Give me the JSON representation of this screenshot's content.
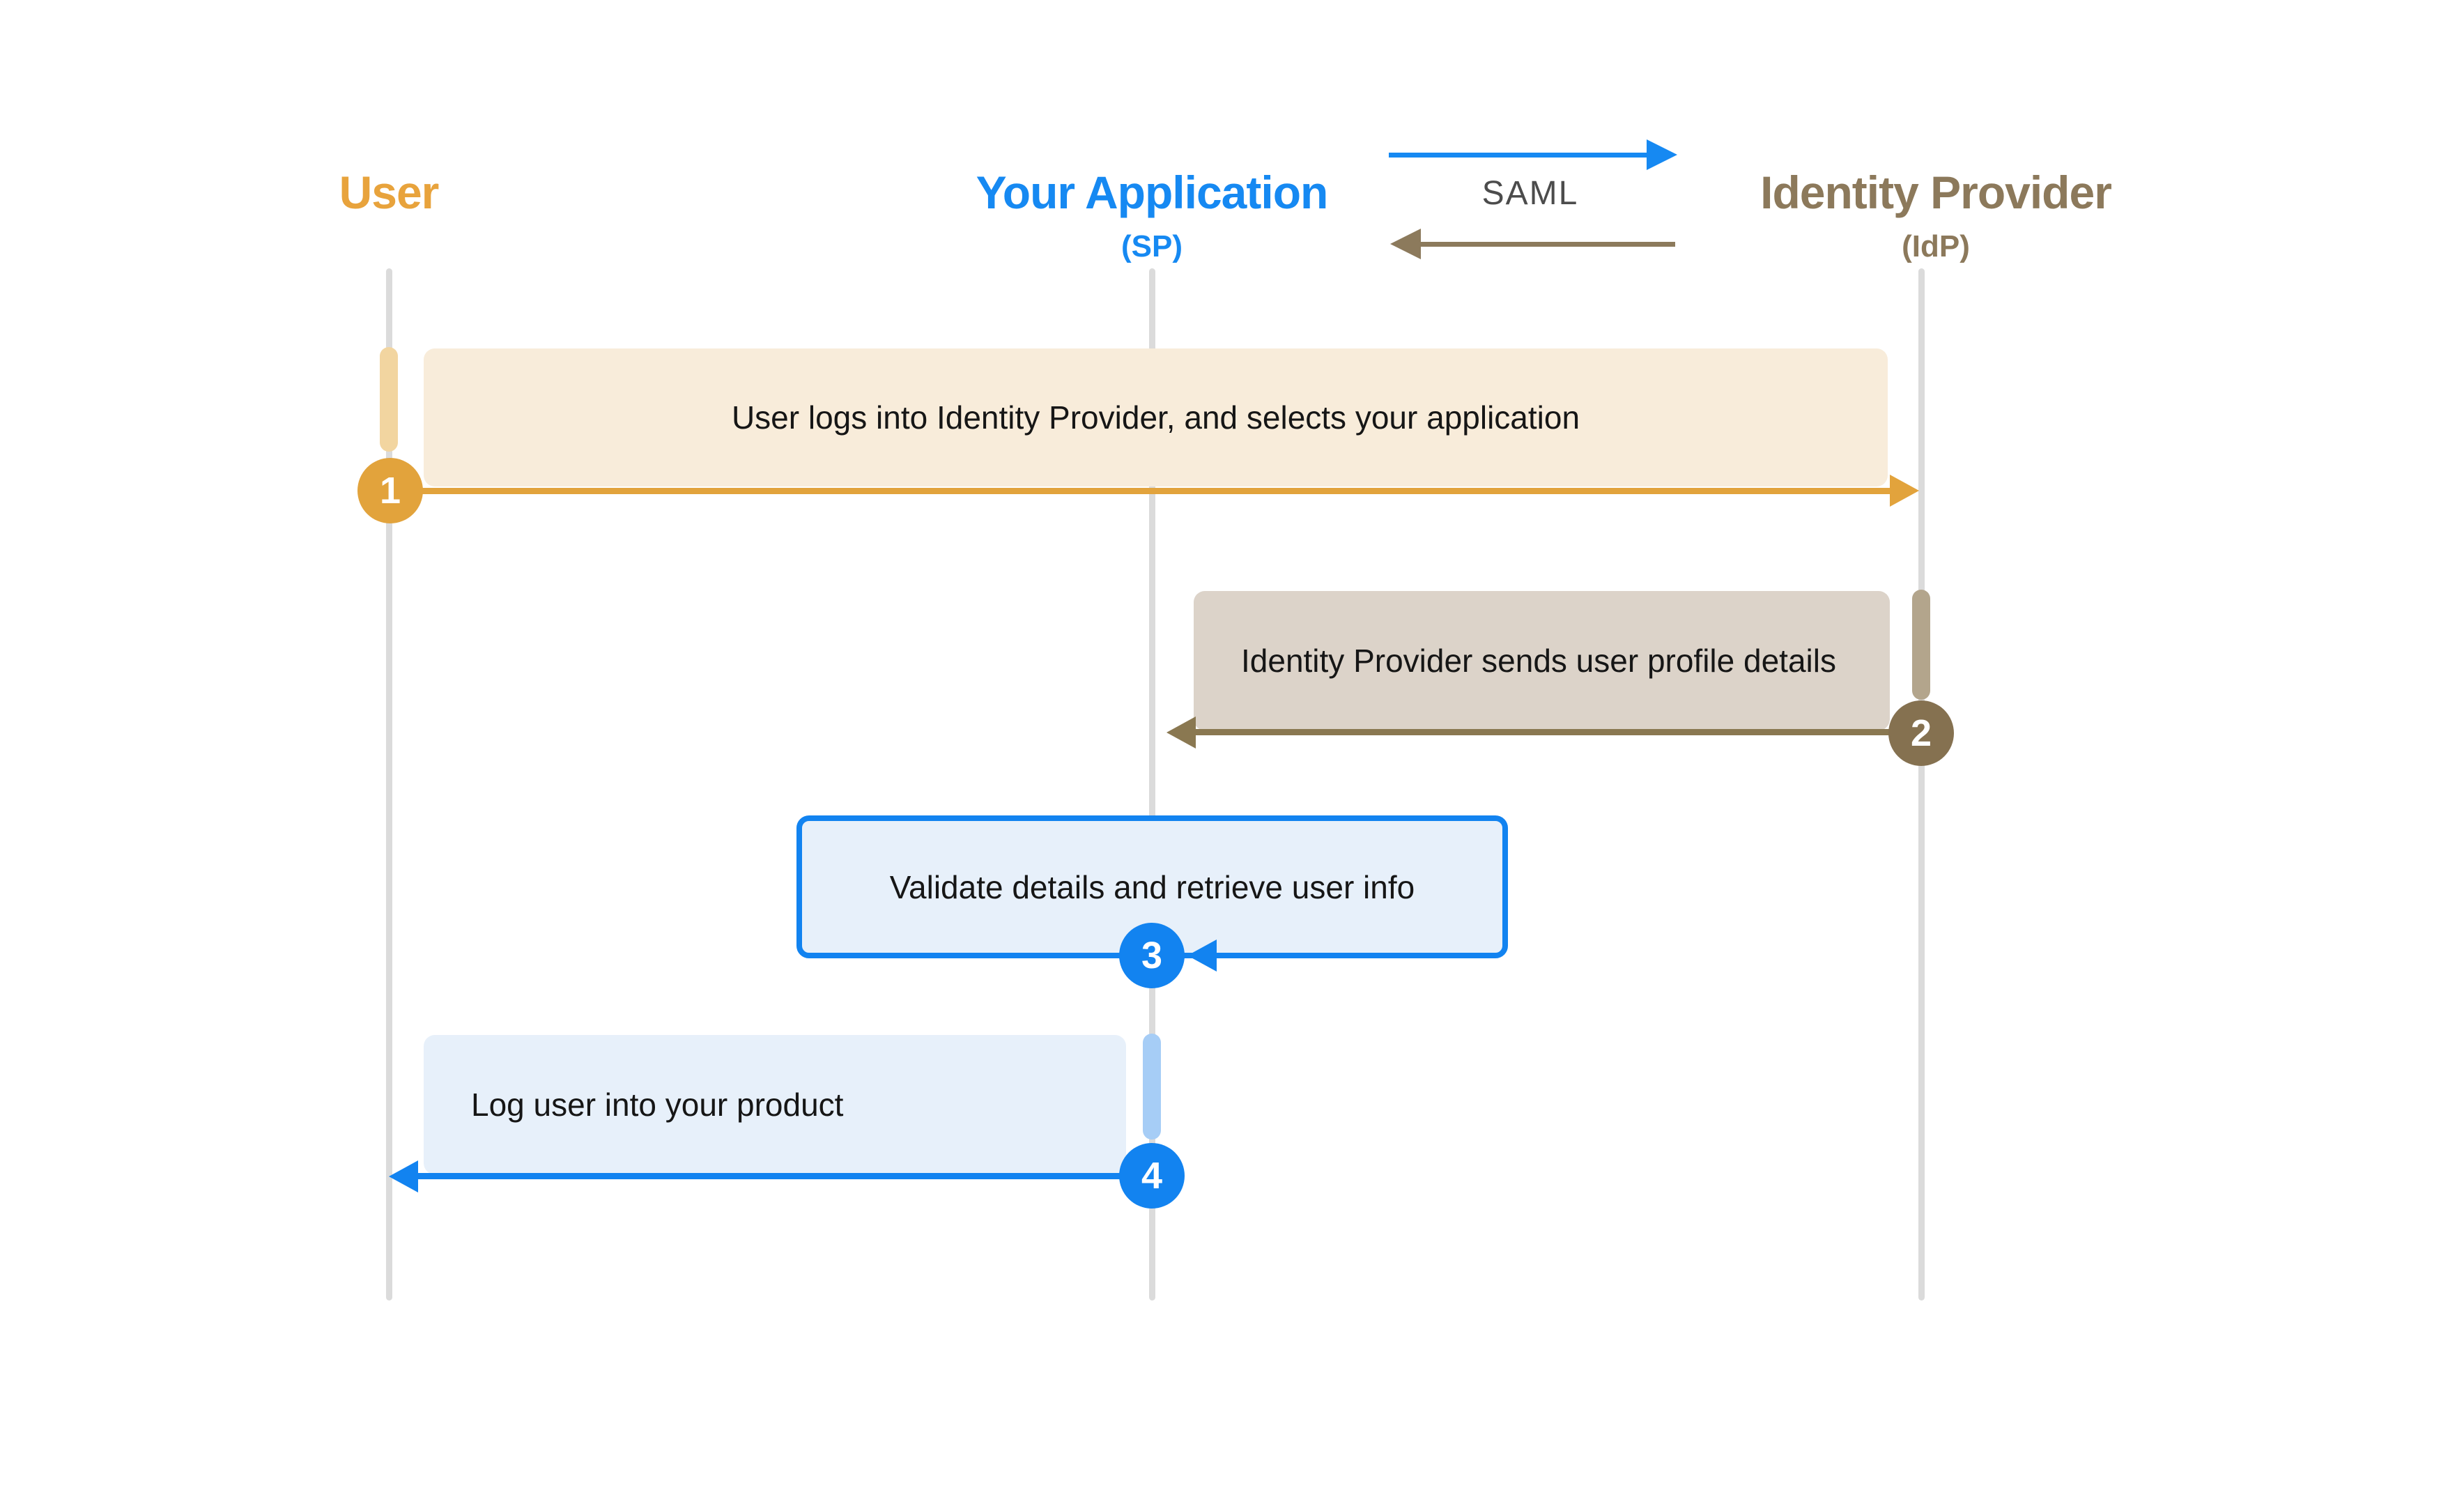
{
  "diagram": {
    "kind": "saml-auth-sequence-diagram",
    "background": "#ffffff",
    "lifeline_color": "#dbdbdb"
  },
  "actors": [
    {
      "label": "User",
      "sublabel": "",
      "color": "#e8a33c"
    },
    {
      "label": "Your Application",
      "sublabel": "(SP)",
      "color": "#1689f2"
    },
    {
      "label": "Identity Provider",
      "sublabel": "(IdP)",
      "color": "#8c795b"
    }
  ],
  "protocol": {
    "label": "SAML",
    "label_color": "#4c4c4c",
    "forward_arrow_color": "#1689f2",
    "return_arrow_color": "#8c7a5c"
  },
  "steps": [
    {
      "number": "1",
      "text": "User logs into Identity Provider, and selects your application",
      "from": "User",
      "to": "Identity Provider",
      "accent_color": "#e2a33c",
      "box_fill": "#f8ecda",
      "activation_color": "#f2d5a0"
    },
    {
      "number": "2",
      "text": "Identity Provider sends user profile details",
      "from": "Identity Provider",
      "to": "Your Application",
      "accent_color": "#8a7851",
      "box_fill": "#dcd3c9",
      "activation_color": "#b3a58c"
    },
    {
      "number": "3",
      "text": "Validate details and retrieve user info",
      "from": "Your Application",
      "to": "Your Application",
      "accent_color": "#1283f0",
      "box_fill": "#e7f0fa",
      "box_border": "#1283f0"
    },
    {
      "number": "4",
      "text": "Log user into your product",
      "from": "Your Application",
      "to": "User",
      "accent_color": "#1283f0",
      "box_fill": "#e7f0fa",
      "activation_color": "#a6cdf6"
    }
  ]
}
